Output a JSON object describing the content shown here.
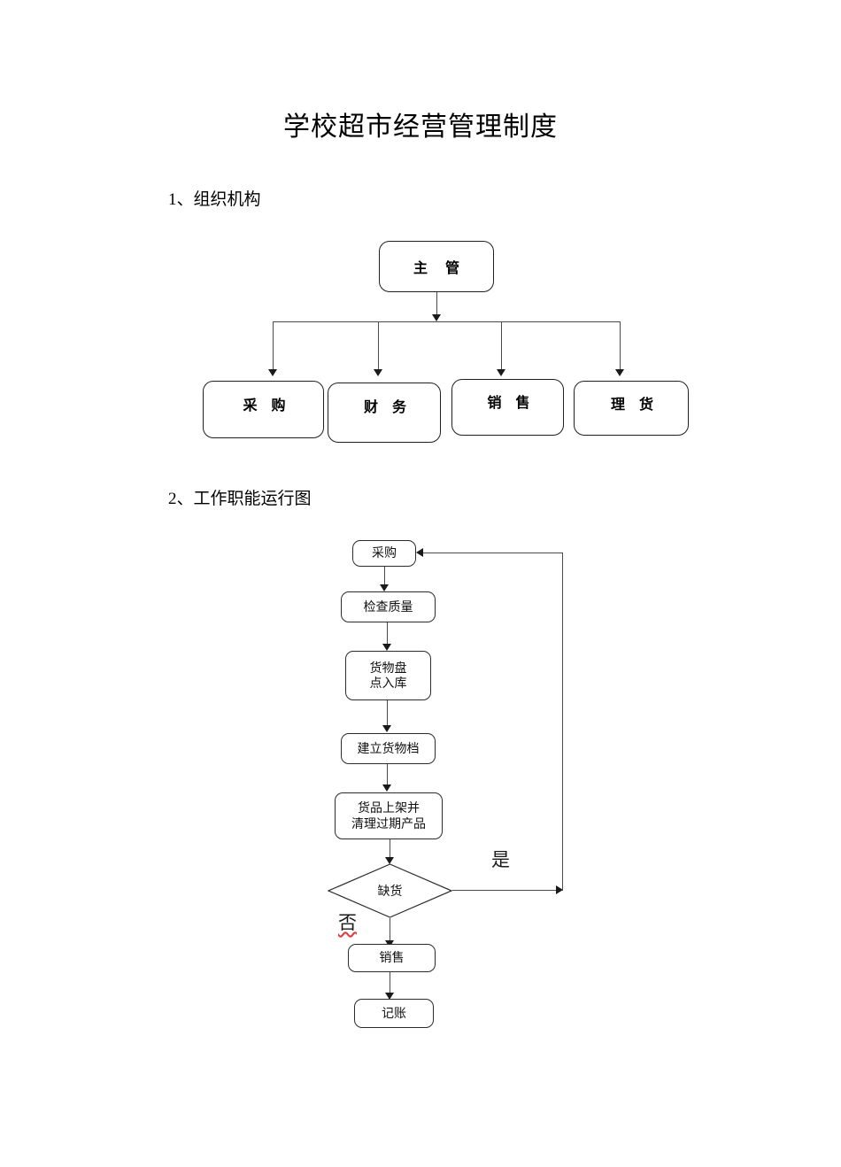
{
  "document": {
    "title": "学校超市经营管理制度",
    "sections": [
      {
        "id": "sec1",
        "heading": "1、组织机构"
      },
      {
        "id": "sec2",
        "heading": "2、工作职能运行图"
      }
    ]
  },
  "org_chart": {
    "root": {
      "label": "主 管"
    },
    "children": [
      {
        "label": "采 购"
      },
      {
        "label": "财 务"
      },
      {
        "label": "销 售"
      },
      {
        "label": "理 货"
      }
    ]
  },
  "flow_chart": {
    "nodes": [
      {
        "id": "purchase",
        "label": "采购",
        "shape": "rounded-rect"
      },
      {
        "id": "inspect",
        "label": "检查质量",
        "shape": "rounded-rect"
      },
      {
        "id": "stocktake",
        "label": "货物盘\n点入库",
        "shape": "rounded-rect"
      },
      {
        "id": "record",
        "label": "建立货物档",
        "shape": "rounded-rect"
      },
      {
        "id": "shelve",
        "label": "货品上架并\n清理过期产品",
        "shape": "rounded-rect"
      },
      {
        "id": "outofstock",
        "label": "缺货",
        "shape": "diamond"
      },
      {
        "id": "sell",
        "label": "销售",
        "shape": "rounded-rect"
      },
      {
        "id": "bookkeeping",
        "label": "记账",
        "shape": "rounded-rect"
      }
    ],
    "branch_labels": {
      "yes": "是",
      "no": "否"
    }
  },
  "colors": {
    "text": "#000000",
    "line": "#4a4a4a",
    "arrow": "#1a1a1a",
    "spellcheck_underline": "#e03b3b",
    "page_background": "#ffffff"
  }
}
